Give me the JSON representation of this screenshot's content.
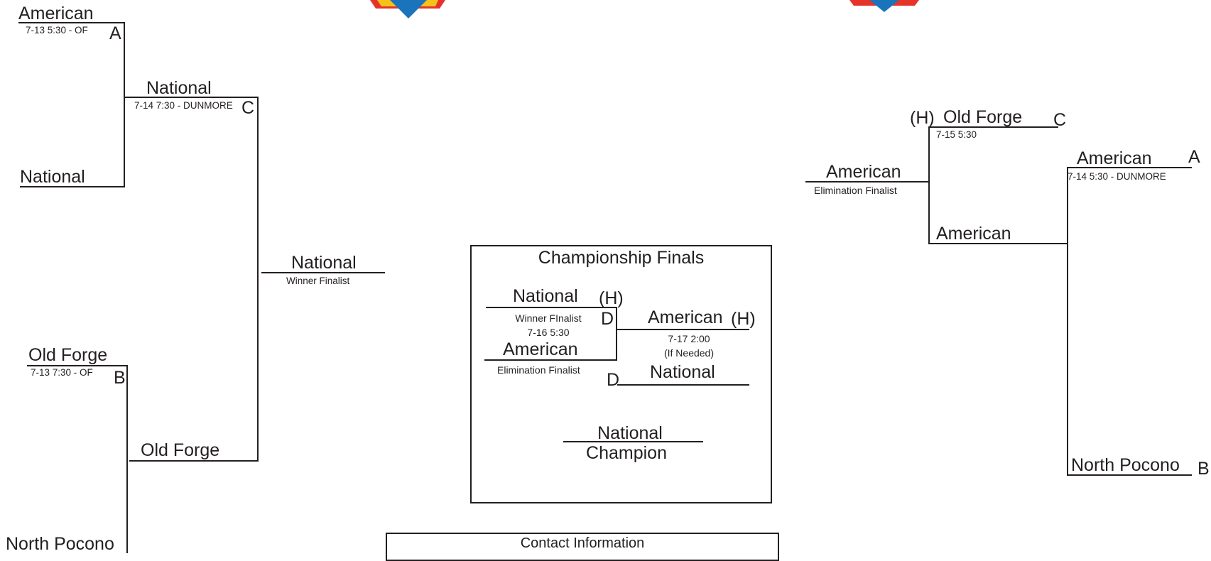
{
  "left_bracket": {
    "r1_top_team": "American",
    "r1_top_info": "7-13 5:30 - OF",
    "r1_top_letter": "A",
    "r1_top_bottom_team": "National",
    "r2_top_team": "National",
    "r2_top_info": "7-14 7:30 - DUNMORE",
    "r2_top_letter": "C",
    "r1_bot_team": "Old Forge",
    "r1_bot_info": "7-13 7:30 - OF",
    "r1_bot_letter": "B",
    "r1_bot_bottom_team": "North Pocono",
    "r2_bot_team": "Old Forge",
    "winner_team": "National",
    "winner_label": "Winner Finalist"
  },
  "championship": {
    "title": "Championship Finals",
    "g1_top_team": "National",
    "g1_top_home": "(H)",
    "g1_top_label": "Winner FInalist",
    "g1_letter": "D",
    "g1_time": "7-16 5:30",
    "g1_bottom_team": "American",
    "g1_bottom_label": "Elimination Finalist",
    "g2_top_team": "American",
    "g2_top_home": "(H)",
    "g2_time": "7-17 2:00",
    "g2_note": "(If Needed)",
    "g2_letter": "D",
    "g2_bottom_team": "National",
    "champion_team": "National",
    "champion_label": "Champion"
  },
  "right_bracket": {
    "elim_team": "American",
    "elim_label": "Elimination Finalist",
    "sf_home": "(H)",
    "sf_top_team": "Old Forge",
    "sf_letter": "C",
    "sf_info": "7-15 5:30",
    "sf_bottom_team": "American",
    "r1_top_team": "American",
    "r1_letter_a": "A",
    "r1_info": "7-14 5:30 - DUNMORE",
    "r1_bottom_team": "North Pocono",
    "r1_letter_b": "B"
  },
  "contact": {
    "title": "Contact Information"
  },
  "colors": {
    "line": "#231f20",
    "logo_red": "#e63329",
    "logo_yellow": "#f4c21a",
    "logo_blue": "#1a74bb"
  }
}
